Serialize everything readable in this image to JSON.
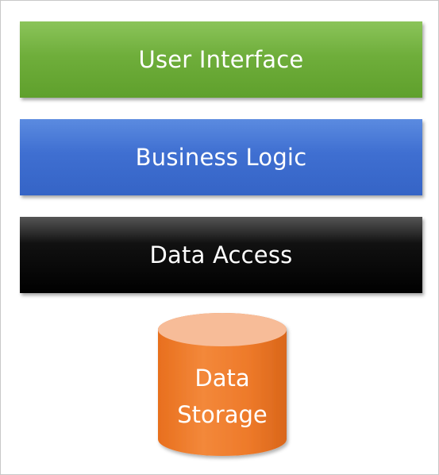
{
  "diagram": {
    "layers": [
      {
        "label": "User Interface",
        "color": "#70AD47"
      },
      {
        "label": "Business Logic",
        "color": "#4472C4"
      },
      {
        "label": "Data Access",
        "color": "#000000"
      }
    ],
    "storage": {
      "line1": "Data",
      "line2": "Storage",
      "color": "#ED7D31",
      "top_color": "#F8C3A3"
    }
  }
}
